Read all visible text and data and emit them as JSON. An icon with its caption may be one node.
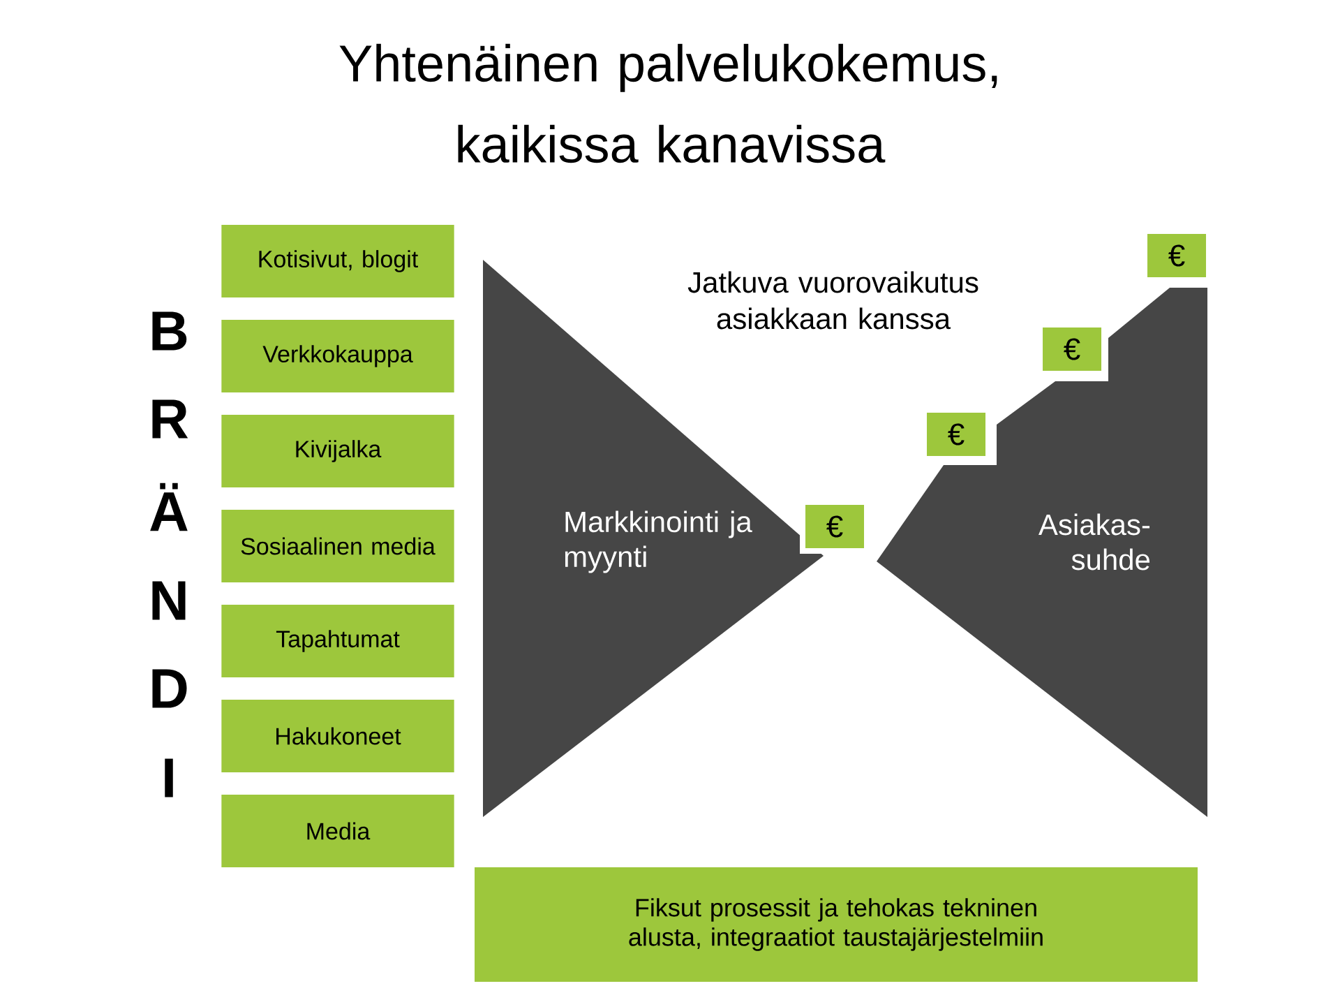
{
  "diagram": {
    "title": "Yhtenäinen palvelukokemus, kaikissa kanavissa",
    "nodes": [
      {
        "text": [
          "Kotisivut, blogit"
        ]
      },
      {
        "text": [
          "Verkkokauppa"
        ]
      },
      {
        "text": [
          "Kivijalka"
        ]
      },
      {
        "text": [
          "Sosiaalinen media"
        ]
      },
      {
        "text": [
          "Tapahtumat"
        ]
      },
      {
        "text": [
          "Hakukoneet"
        ]
      },
      {
        "text": [
          "Media"
        ]
      },
      {
        "text": [
          "Markkinointi ja myynti"
        ]
      },
      {
        "text": [
          "Asiakas- suhde"
        ]
      },
      {
        "text": [
          "€"
        ]
      },
      {
        "text": [
          "€"
        ]
      },
      {
        "text": [
          "€"
        ]
      },
      {
        "text": [
          "€"
        ]
      },
      {
        "text": [
          "Fiksut prosessit ja tehokas tekninen alusta, integraatiot taustajärjestelmiin"
        ]
      }
    ],
    "edges": [],
    "labels": [
      "B",
      "R",
      "Ä",
      "N",
      "D",
      "I",
      "Jatkuva vuorovaikutus asiakkaan kanssa"
    ]
  }
}
